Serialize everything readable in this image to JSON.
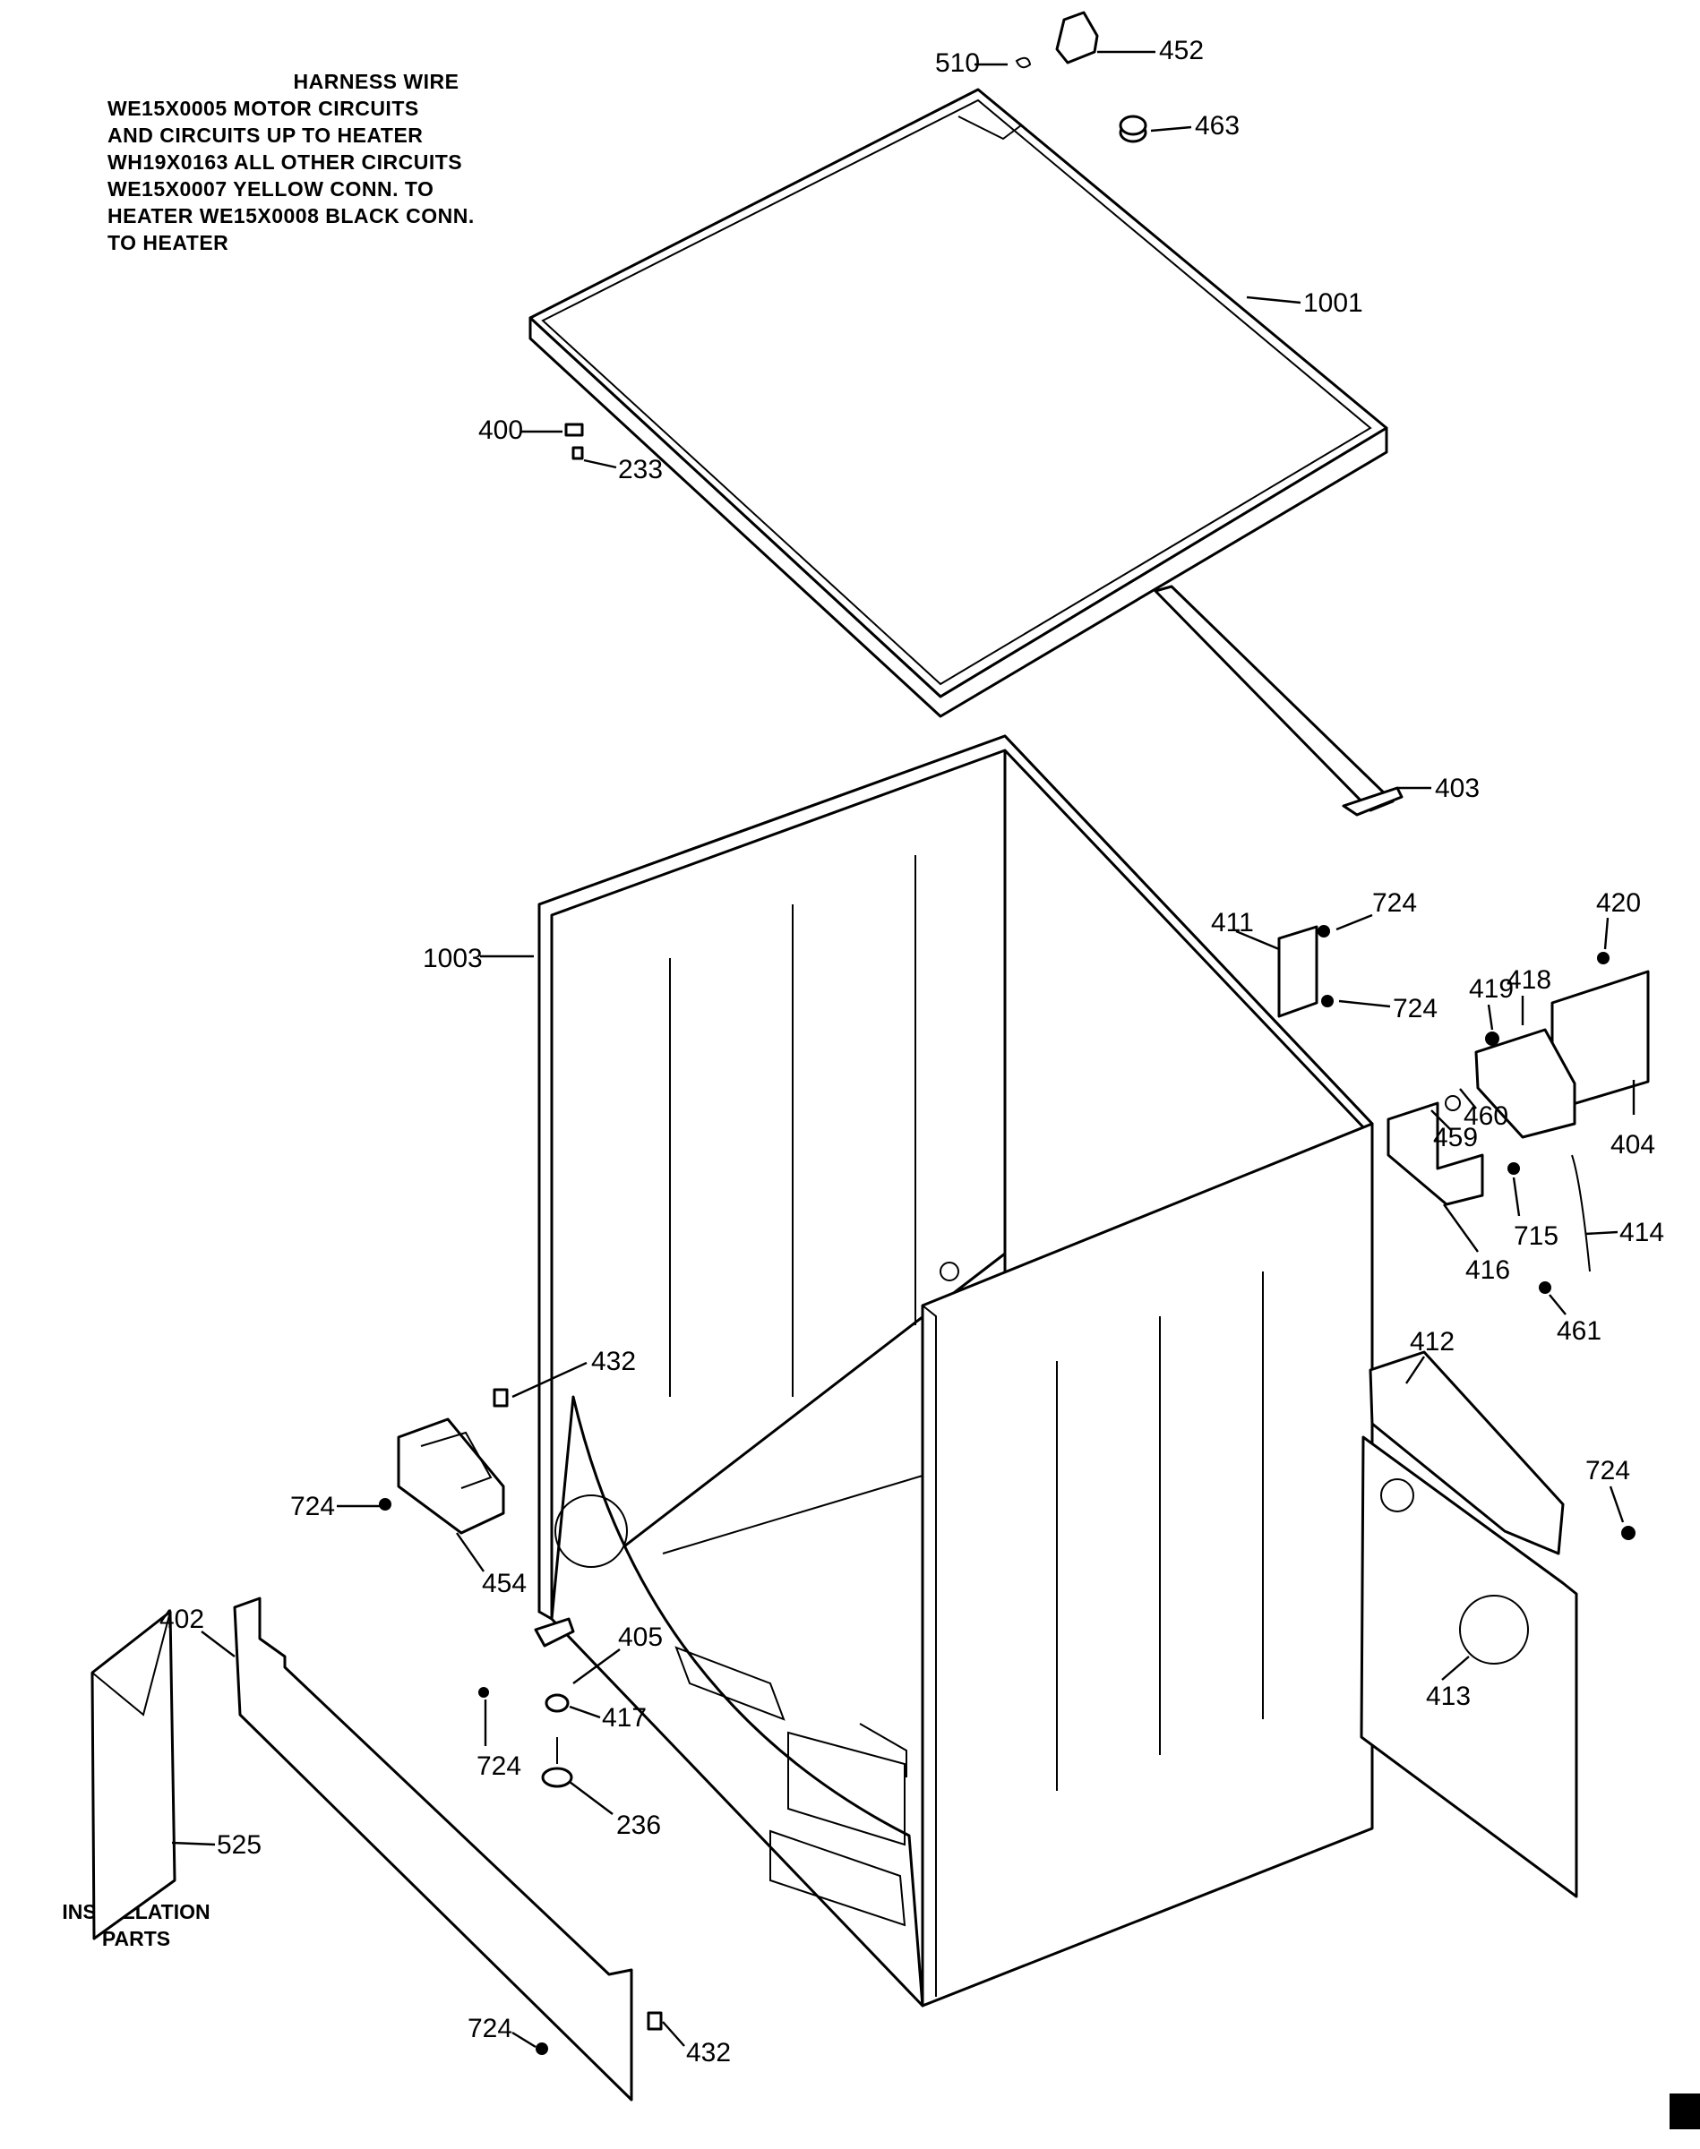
{
  "harness_note": {
    "title": "HARNESS WIRE",
    "lines": [
      "WE15X0005 MOTOR CIRCUITS",
      "AND CIRCUITS UP TO HEATER",
      "WH19X0163 ALL OTHER CIRCUITS",
      "WE15X0007 YELLOW CONN. TO",
      "HEATER WE15X0008 BLACK CONN.",
      "TO HEATER"
    ]
  },
  "installation_label": [
    "INSTALLATION",
    "PARTS"
  ],
  "callouts": {
    "c510": "510",
    "c452": "452",
    "c463": "463",
    "c1001": "1001",
    "c400": "400",
    "c233": "233",
    "c403": "403",
    "c1003": "1003",
    "c411": "411",
    "c724a": "724",
    "c724b": "724",
    "c420": "420",
    "c419": "419",
    "c418": "418",
    "c459": "459",
    "c460": "460",
    "c404": "404",
    "c715": "715",
    "c416": "416",
    "c414": "414",
    "c461": "461",
    "c412": "412",
    "c724c": "724",
    "c413": "413",
    "c432a": "432",
    "c724d": "724",
    "c454": "454",
    "c402": "402",
    "c405": "405",
    "c724e": "724",
    "c417": "417",
    "c236": "236",
    "c525": "525",
    "c724f": "724",
    "c432b": "432"
  }
}
